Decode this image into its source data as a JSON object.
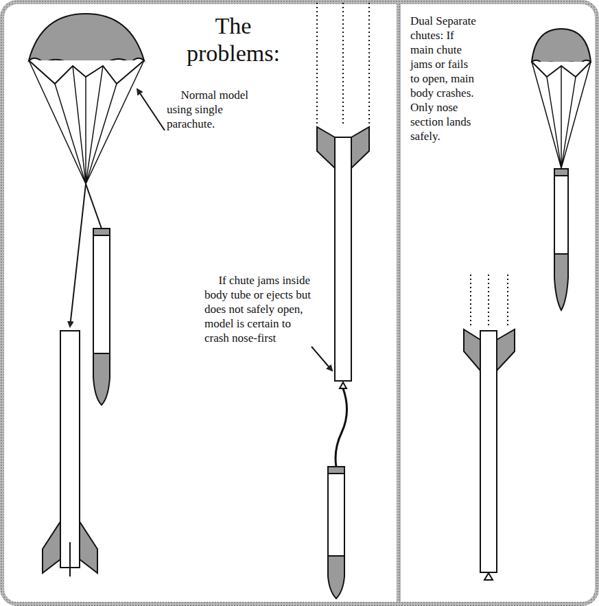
{
  "diagram": {
    "title": "The problems:",
    "labels": [
      "Normal model using single parachute.",
      "If chute jams inside body tube or ejects but does not safely open, model is certain to crash nose-first",
      "Dual Separate chutes: If main chute jams or fails to open, main body crashes. Only nose section lands safely."
    ]
  }
}
